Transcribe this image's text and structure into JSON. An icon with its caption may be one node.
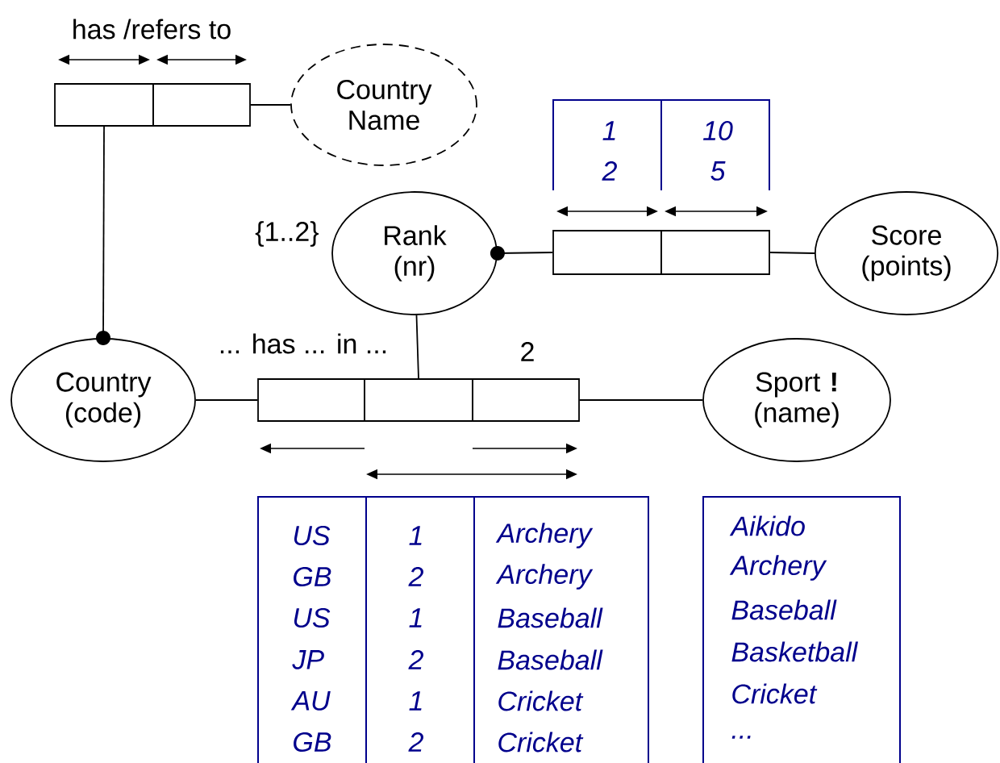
{
  "diagram": {
    "nodes": [
      {
        "text": [],
        "shape": "box"
      },
      {
        "text": [],
        "shape": "box"
      },
      {
        "text": [
          "Country Name"
        ]
      },
      {
        "text": [
          "Rank (nr)"
        ],
        "beside": [
          "{1..2}"
        ]
      },
      {
        "text": [],
        "shape": "box"
      },
      {
        "text": [],
        "shape": "box"
      },
      {
        "text": [
          "Score (points)"
        ]
      },
      {
        "text": [
          "Country (code)"
        ]
      },
      {
        "text": [],
        "shape": "box"
      },
      {
        "text": [],
        "shape": "box"
      },
      {
        "text": [],
        "shape": "box"
      },
      {
        "text": [
          "Sport **!** (name)"
        ]
      }
    ],
    "edges": [
      {
        "from": 0,
        "to": 7,
        "arrow": "other"
      },
      {
        "from": 1,
        "to": 2,
        "arrow": "none"
      },
      {
        "from": 4,
        "to": 3,
        "arrow": "other"
      },
      {
        "from": 5,
        "to": 6,
        "arrow": "none"
      },
      {
        "from": 7,
        "to": 8,
        "arrow": "none"
      },
      {
        "from": 9,
        "to": 3,
        "arrow": "none"
      },
      {
        "from": 10,
        "to": 11,
        "arrow": "none"
      }
    ],
    "labels": [
      "has /refers to",
      "1",
      "10",
      "2",
      "5",
      "... has ... in ...",
      "2",
      "US",
      "1",
      "Archery",
      "GB",
      "2",
      "Archery",
      "US",
      "1",
      "Baseball",
      "JP",
      "2",
      "Baseball",
      "AU",
      "1",
      "Cricket",
      "GB",
      "2",
      "Cricket",
      "Aikido",
      "Archery",
      "Baseball",
      "Basketball",
      "Cricket",
      "..."
    ]
  }
}
